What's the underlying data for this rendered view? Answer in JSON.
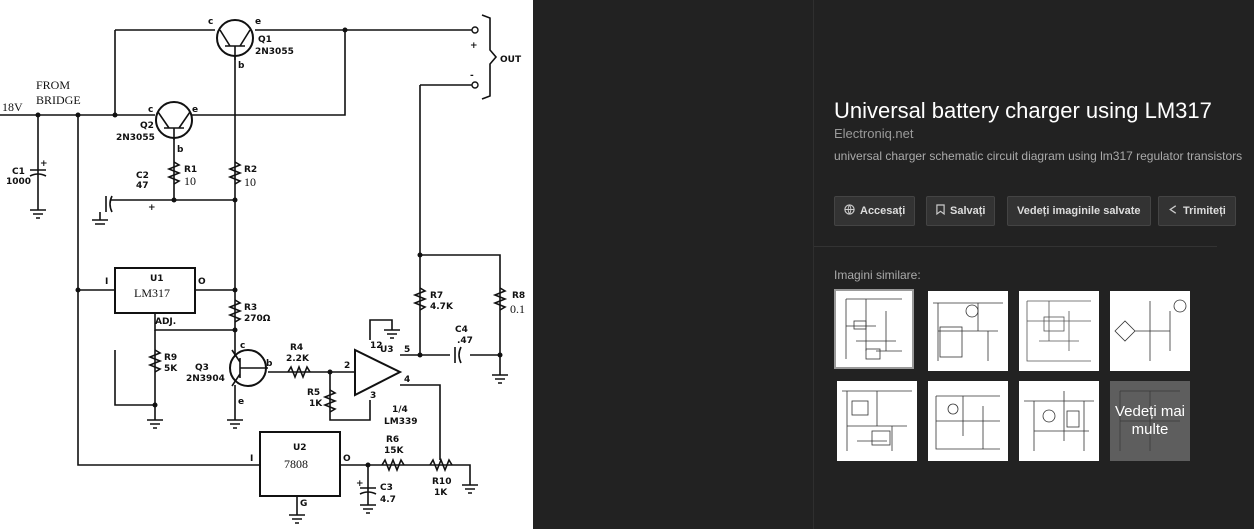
{
  "schematic": {
    "labels": {
      "q1": "Q1",
      "q1_part": "2N3055",
      "q2": "Q2",
      "q2_part": "2N3055",
      "q3": "Q3",
      "q3_part": "2N3904",
      "c": "c",
      "e": "e",
      "b": "b",
      "out": "OUT",
      "plus": "+",
      "minus": "-",
      "from": "FROM",
      "bridge": "BRIDGE",
      "v18": "18V",
      "c1": "C1",
      "c1_val": "1000",
      "c2": "C2",
      "c2_val": "47",
      "r1": "R1",
      "r1_val": "10",
      "r2": "R2",
      "r2_val": "10",
      "u1": "U1",
      "u1_part": "LM317",
      "u1_i": "I",
      "u1_o": "O",
      "u1_adj": "ADJ.",
      "r3": "R3",
      "r3_val": "270Ω",
      "r4": "R4",
      "r4_val": "2.2K",
      "r5": "R5",
      "r5_val": "1K",
      "r7": "R7",
      "r7_val": "4.7K",
      "r8": "R8",
      "r8_val": "0.1",
      "r9": "R9",
      "r9_val": "5K",
      "c4": "C4",
      "c4_val": ".47",
      "u3": "U3",
      "u3_part": "1/4",
      "u3_part2": "LM339",
      "u3_p12": "12",
      "u3_p5": "5",
      "u3_p2": "2",
      "u3_p3": "3",
      "u3_p4": "4",
      "u2": "U2",
      "u2_part": "7808",
      "u2_i": "I",
      "u2_o": "O",
      "u2_g": "G",
      "r6": "R6",
      "r6_val": "15K",
      "r10": "R10",
      "r10_val": "1K",
      "c3": "C3",
      "c3_val": "4.7"
    }
  },
  "panel": {
    "title": "Universal battery charger using LM317",
    "source": "Electroniq.net",
    "description": "universal charger schematic circuit diagram using lm317 regulator transistors",
    "buttons": {
      "visit": "Accesați",
      "save": "Salvați",
      "view_saved": "Vedeți imaginile salvate",
      "share": "Trimiteți"
    },
    "similar_label": "Imagini similare:",
    "more_label": "Vedeți mai multe"
  },
  "colors": {
    "background": "#222222",
    "button_bg": "#333333",
    "text_primary": "#ffffff",
    "text_secondary": "#aaaaaa"
  }
}
